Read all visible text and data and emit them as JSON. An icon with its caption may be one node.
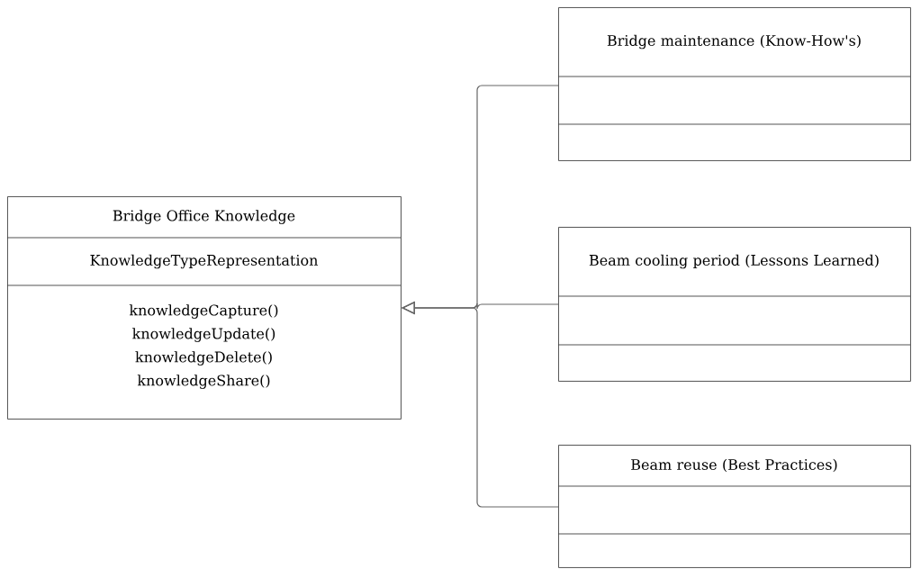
{
  "diagram": {
    "nodes": [
      {
        "text": [
          "Bridge Office Knowledge",
          "KnowledgeTypeRepresentation",
          "knowledgeCapture()",
          "knowledgeUpdate()",
          "knowledgeDelete()",
          "knowledgeShare()"
        ]
      },
      {
        "text": [
          "Bridge maintenance (Know-How's)"
        ]
      },
      {
        "text": [
          "Beam cooling period (Lessons Learned)"
        ]
      },
      {
        "text": [
          "Beam reuse (Best Practices)"
        ]
      }
    ],
    "edges": [
      {
        "from": 1,
        "to": 0,
        "arrow": "to"
      },
      {
        "from": 2,
        "to": 0,
        "arrow": "to"
      },
      {
        "from": 3,
        "to": 0,
        "arrow": "to"
      }
    ]
  }
}
